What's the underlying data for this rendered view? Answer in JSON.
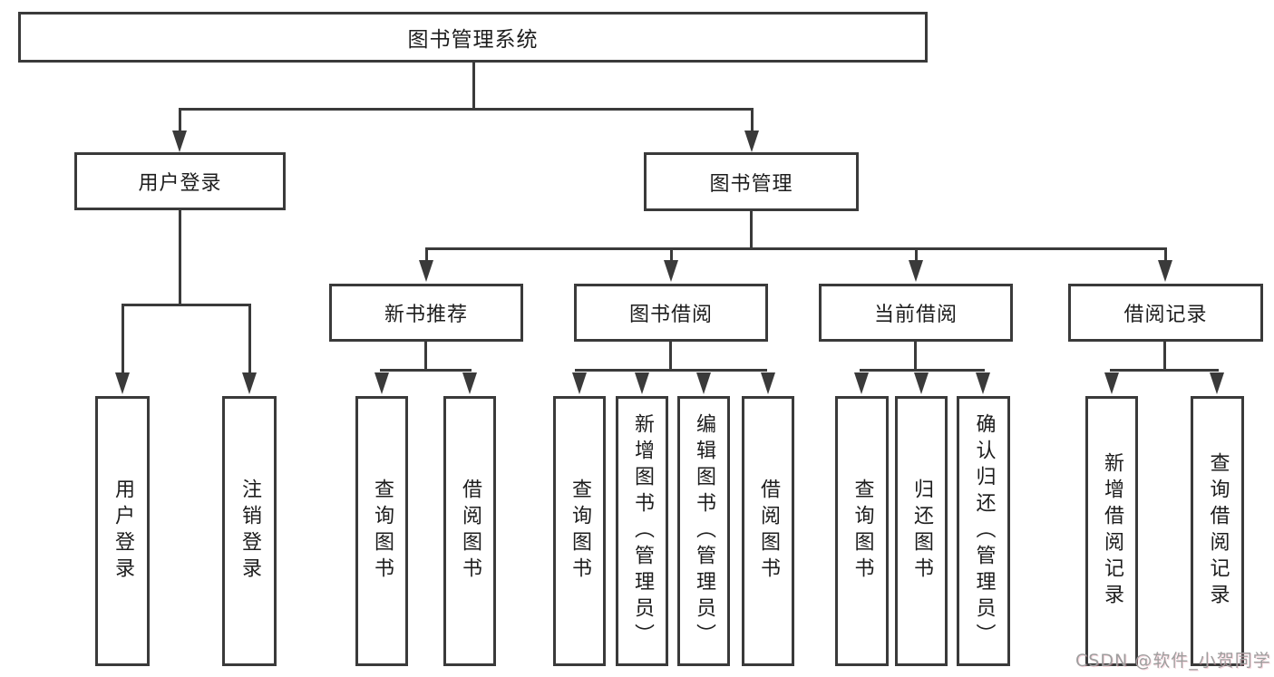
{
  "diagram": {
    "root": {
      "label": "图书管理系统"
    },
    "level2": [
      {
        "label": "用户登录"
      },
      {
        "label": "图书管理"
      }
    ],
    "level3": [
      {
        "label": "新书推荐"
      },
      {
        "label": "图书借阅"
      },
      {
        "label": "当前借阅"
      },
      {
        "label": "借阅记录"
      }
    ],
    "leaves": {
      "login": [
        "用户登录",
        "注销登录"
      ],
      "recommend": [
        "查询图书",
        "借阅图书"
      ],
      "borrow": [
        "查询图书",
        "新增图书（管理员）",
        "编辑图书（管理员）",
        "借阅图书"
      ],
      "current": [
        "查询图书",
        "归还图书",
        "确认归还（管理员）"
      ],
      "records": [
        "新增借阅记录",
        "查询借阅记录"
      ]
    },
    "line_color": "#3a3a3a",
    "text_color": "#1d1d1d"
  },
  "watermark": {
    "text": "CSDN @软件_小贺同学",
    "color": "#9e9e9e"
  }
}
